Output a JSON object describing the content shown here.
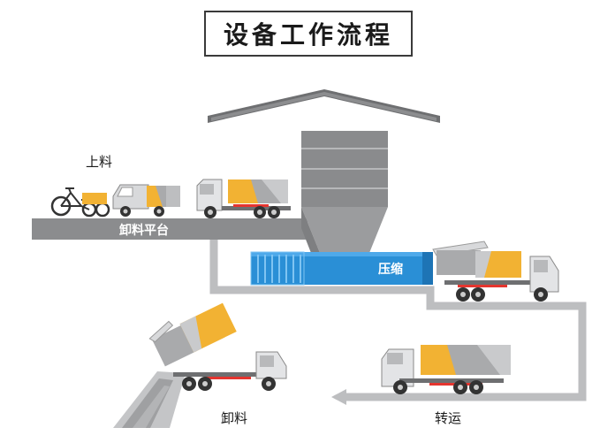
{
  "title": "设备工作流程",
  "labels": {
    "loading": "上料",
    "unloading_platform": "卸料平台",
    "compress": "压缩",
    "unloading": "卸料",
    "transfer": "转运"
  },
  "colors": {
    "truck_yellow": "#F2B233",
    "compactor_blue": "#2A8FD6",
    "gray_dark": "#7A7B7D",
    "gray_mid": "#A9AAAC",
    "gray_light": "#D2D3D5",
    "truck_red": "#E5352F"
  }
}
